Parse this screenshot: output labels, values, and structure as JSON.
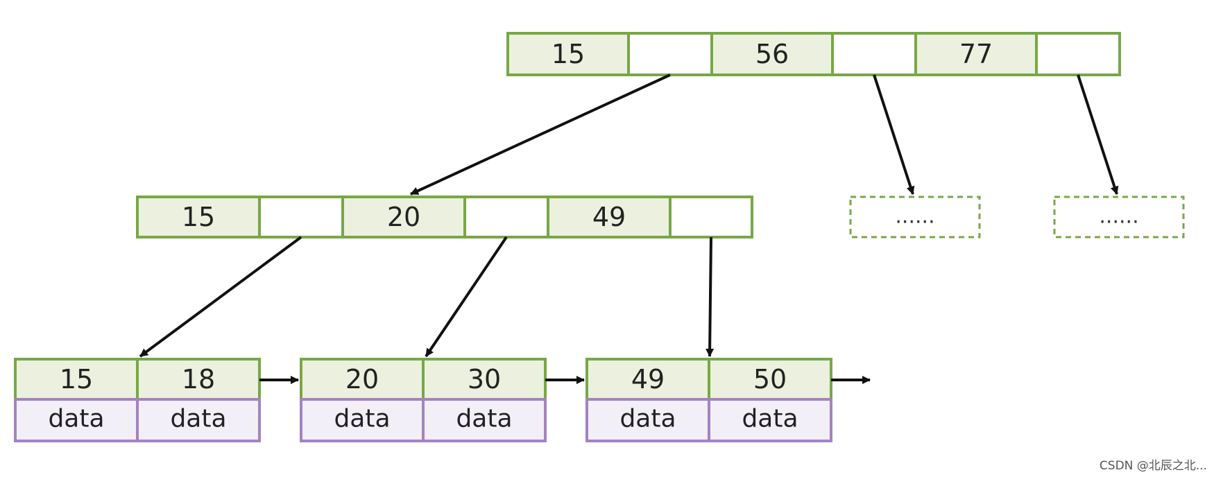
{
  "diagram": {
    "root_keys": [
      "15",
      "56",
      "77"
    ],
    "inner_keys": [
      "15",
      "20",
      "49"
    ],
    "placeholder_label": "......",
    "leaves": [
      {
        "keys": [
          "15",
          "18"
        ],
        "data": [
          "data",
          "data"
        ]
      },
      {
        "keys": [
          "20",
          "30"
        ],
        "data": [
          "data",
          "data"
        ]
      },
      {
        "keys": [
          "49",
          "50"
        ],
        "data": [
          "data",
          "data"
        ]
      }
    ]
  },
  "colors": {
    "key_fill": "#ebf1de",
    "key_border": "#77a845",
    "data_fill": "#f2eff6",
    "data_border": "#a283bf",
    "pointer_fill": "#ffffff",
    "arrow": "#111111"
  },
  "watermark": "CSDN @北辰之北..."
}
